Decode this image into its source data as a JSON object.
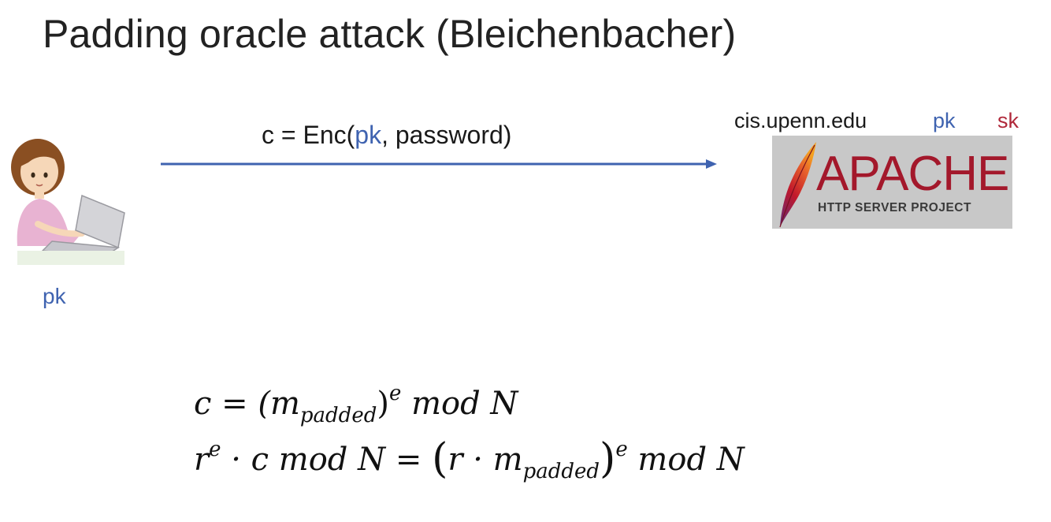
{
  "slide": {
    "title": "Padding oracle attack (Bleichenbacher)"
  },
  "message": {
    "c_prefix": "c = Enc(",
    "pk": "pk",
    "rest": ", password)"
  },
  "server": {
    "host": "cis.upenn.edu",
    "pk": "pk",
    "sk": "sk",
    "logo_word": "APACHE",
    "logo_subtitle": "HTTP SERVER PROJECT"
  },
  "client": {
    "pk": "pk"
  },
  "equations": {
    "line1": {
      "lhs": "c = (m",
      "sub": "padded",
      "close": ")",
      "sup": "e",
      "rhs": " mod N"
    },
    "line2": {
      "r": "r",
      "sup1": "e",
      "mid": " · c mod N = ",
      "open": "(",
      "inner": "r · m",
      "sub": "padded",
      "close": ")",
      "sup2": "e",
      "rhs": " mod N"
    }
  },
  "colors": {
    "pk": "#3f63b0",
    "sk": "#b0283a",
    "arrow": "#3f63b0",
    "apache_red": "#a3182b"
  },
  "icons": {
    "client": "user-with-laptop-icon",
    "server_logo": "apache-feather-icon"
  }
}
